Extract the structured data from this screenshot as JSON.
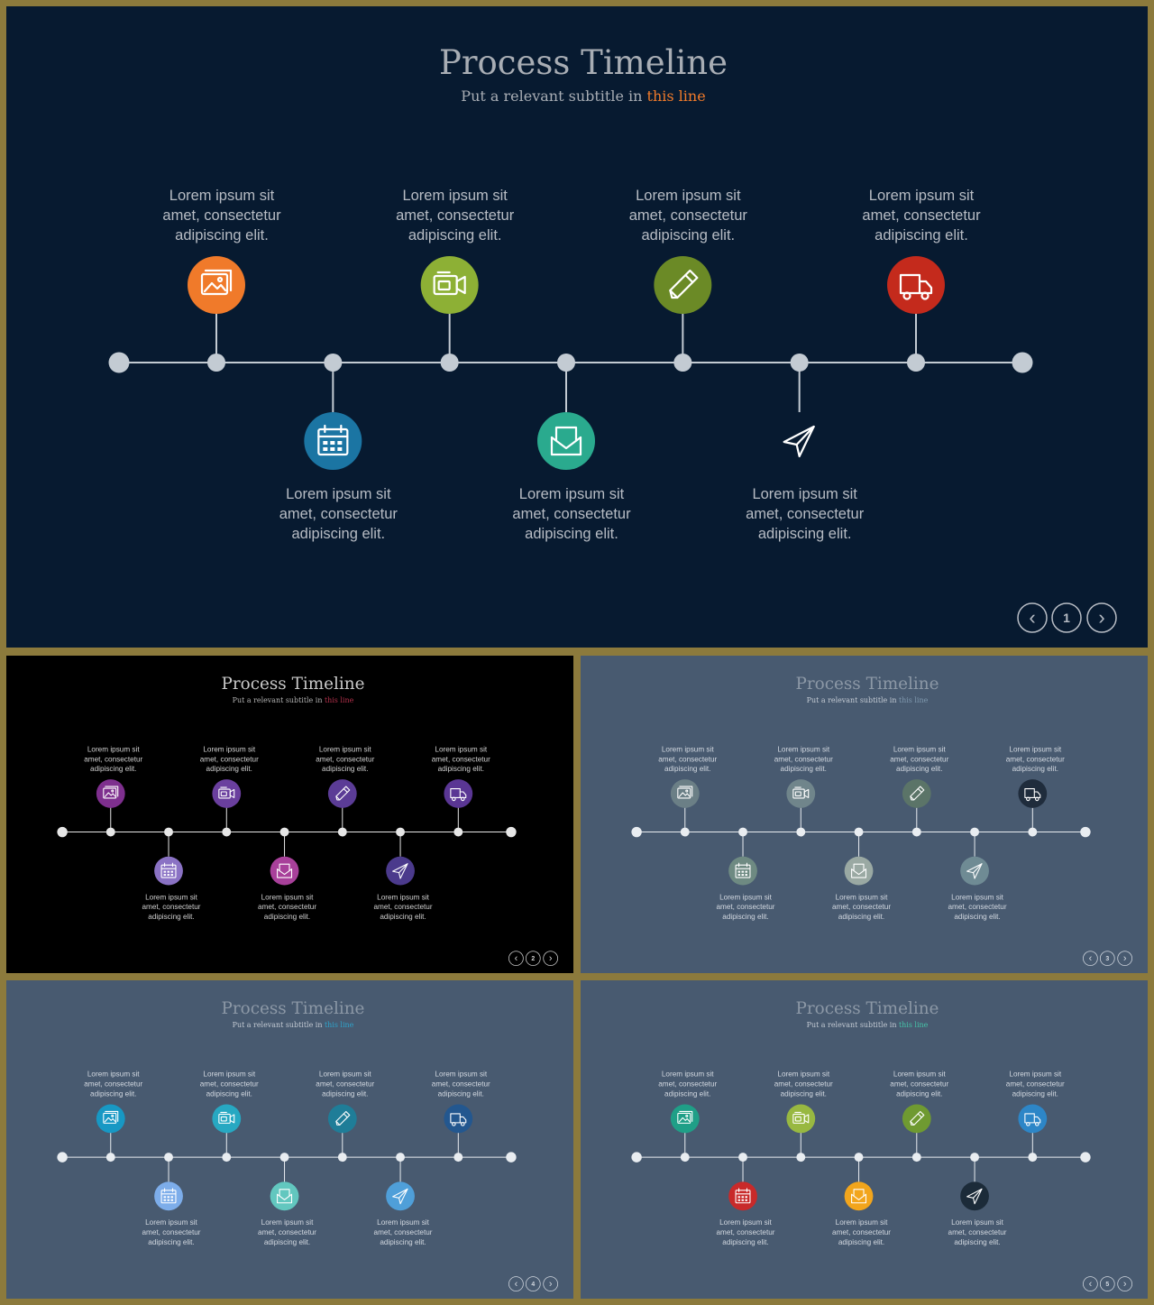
{
  "title": "Process Timeline",
  "subtitle_prefix": "Put a relevant subtitle in ",
  "subtitle_highlight": "this line",
  "item_lines": [
    "Lorem ipsum sit",
    "amet, consectetur",
    "adipiscing elit."
  ],
  "milestones": [
    {
      "pos": "above",
      "icon": "image-icon"
    },
    {
      "pos": "below",
      "icon": "calendar-icon"
    },
    {
      "pos": "above",
      "icon": "video-camera-icon"
    },
    {
      "pos": "below",
      "icon": "envelope-icon"
    },
    {
      "pos": "above",
      "icon": "pencil-icon"
    },
    {
      "pos": "below",
      "icon": "paper-plane-icon"
    },
    {
      "pos": "above",
      "icon": "truck-icon"
    }
  ],
  "nav": {
    "prev": "‹",
    "next": "›"
  },
  "slides": [
    {
      "page": "1",
      "background": "#071a30",
      "title_color": "#a8adb4",
      "subtitle_color": "#a8adb4",
      "highlight_color": "#f07a2a",
      "text_color": "#b7bcc4",
      "line_color": "#c3cbd3",
      "icon_colors": [
        "#f07a2a",
        "#1b75a3",
        "#8db035",
        "#2aaa8e",
        "#6b8a26",
        "none",
        "#c42a1c"
      ]
    },
    {
      "page": "2",
      "background": "#000000",
      "title_color": "#c9c9c9",
      "subtitle_color": "#b0b0b0",
      "highlight_color": "#b0304a",
      "text_color": "#cfcfcf",
      "line_color": "#e6e6e6",
      "icon_colors": [
        "#7e2f8e",
        "#8a72c4",
        "#6a3f9e",
        "#a8409a",
        "#5b3c96",
        "#4b3a8c",
        "#5a3694"
      ]
    },
    {
      "page": "3",
      "background": "#485a70",
      "title_color": "#8c98a6",
      "subtitle_color": "#c3cad3",
      "highlight_color": "#7f98ae",
      "text_color": "#d2d8e0",
      "line_color": "#e9edf1",
      "icon_colors": [
        "#6b7f86",
        "#6e8a82",
        "#70858b",
        "#9aa9a3",
        "#5b7468",
        "#6f8b94",
        "#1f2c3c"
      ]
    },
    {
      "page": "4",
      "background": "#485a70",
      "title_color": "#8c98a6",
      "subtitle_color": "#c3cad3",
      "highlight_color": "#2fa2c9",
      "text_color": "#d2d8e0",
      "line_color": "#e9edf1",
      "icon_colors": [
        "#1798c4",
        "#7dadea",
        "#27a8c2",
        "#62c7bf",
        "#1f7d98",
        "#4f9fd9",
        "#23578f"
      ]
    },
    {
      "page": "5",
      "background": "#485a70",
      "title_color": "#8c98a6",
      "subtitle_color": "#c3cad3",
      "highlight_color": "#46c3a8",
      "text_color": "#d2d8e0",
      "line_color": "#e9edf1",
      "icon_colors": [
        "#1f9f87",
        "#c82a2a",
        "#98b841",
        "#f2a51c",
        "#6f9a31",
        "#1c2b39",
        "#2d86c7"
      ]
    }
  ]
}
